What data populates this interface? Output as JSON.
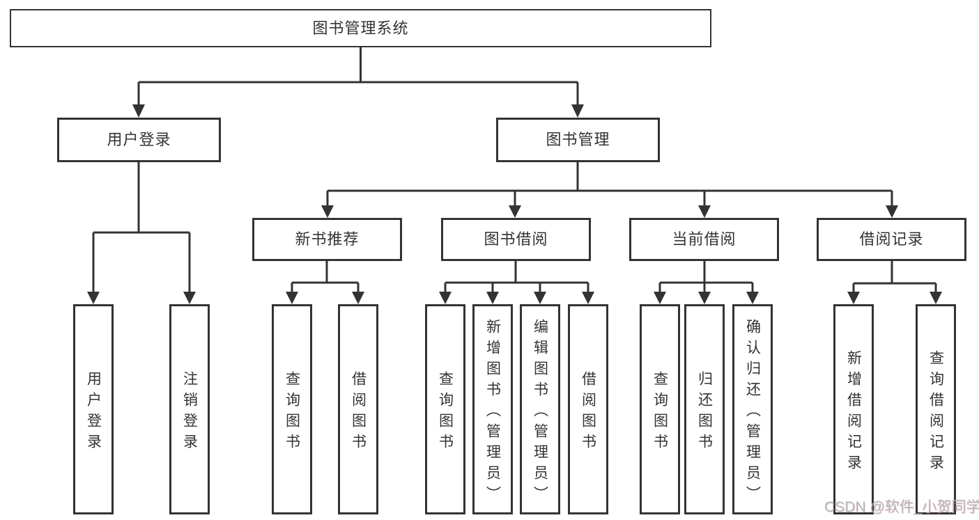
{
  "diagram": {
    "title_node": "图书管理系统",
    "tree": {
      "label": "图书管理系统",
      "children": [
        {
          "label": "用户登录",
          "children": [
            {
              "label": "用户登录"
            },
            {
              "label": "注销登录"
            }
          ]
        },
        {
          "label": "图书管理",
          "children": [
            {
              "label": "新书推荐",
              "children": [
                {
                  "label": "查询图书"
                },
                {
                  "label": "借阅图书"
                }
              ]
            },
            {
              "label": "图书借阅",
              "children": [
                {
                  "label": "查询图书"
                },
                {
                  "label": "新增图书（管理员）"
                },
                {
                  "label": "编辑图书（管理员）"
                },
                {
                  "label": "借阅图书"
                }
              ]
            },
            {
              "label": "当前借阅",
              "children": [
                {
                  "label": "查询图书"
                },
                {
                  "label": "归还图书"
                },
                {
                  "label": "确认归还（管理员）"
                }
              ]
            },
            {
              "label": "借阅记录",
              "children": [
                {
                  "label": "新增借阅记录"
                },
                {
                  "label": "查询借阅记录"
                }
              ]
            }
          ]
        }
      ]
    },
    "colors": {
      "line": "#333333",
      "box_border": "#333333",
      "text": "#333333",
      "background": "#ffffff"
    }
  },
  "watermark": {
    "text": "CSDN @软件_小贺同学",
    "color": "#b3b7bb"
  }
}
